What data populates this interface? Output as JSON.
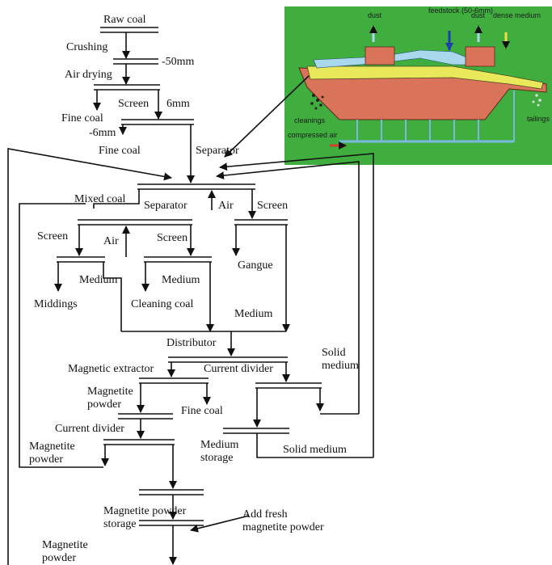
{
  "nodes": {
    "raw_coal": "Raw coal",
    "crushing": "Crushing",
    "minus_50mm": "-50mm",
    "air_drying": "Air drying",
    "screen_1": "Screen",
    "size_6mm": "6mm",
    "fine_coal_1": "Fine coal",
    "minus_6mm": "-6mm",
    "fine_coal_2": "Fine coal",
    "separator_1": "Separator",
    "mixed_coal": "Mixed coal",
    "separator_2": "Separator",
    "air_1": "Air",
    "screen_2": "Screen",
    "screen_3": "Screen",
    "air_2": "Air",
    "screen_4": "Screen",
    "gangue": "Gangue",
    "medium_1": "Medium",
    "medium_2": "Medium",
    "middings": "Middings",
    "cleaning_coal": "Cleaning coal",
    "medium_3": "Medium",
    "distributor": "Distributor",
    "solid_medium_1": "Solid medium",
    "magnetic_extractor": "Magnetic extractor",
    "current_divider_1": "Current divider",
    "magnetite_powder_1": "Magnetite powder",
    "fine_coal_3": "Fine coal",
    "current_divider_2": "Current divider",
    "magnetite_powder_2": "Magnetite powder",
    "medium_storage": "Medium storage",
    "solid_medium_2": "Solid medium",
    "magnetite_powder_storage": "Magnetite powder storage",
    "add_fresh": "Add fresh magnetite powder",
    "magnetite_powder_3": "Magnetite powder"
  },
  "inset": {
    "dust_1": "dust",
    "feedstock": "feedstock (50-6mm)",
    "dust_2": "dust",
    "dense_medium": "dense medium",
    "cleanings": "cleanings",
    "tailings": "tailings",
    "compressed_air": "compressed air"
  },
  "colors": {
    "inset_background": "#3fae3f",
    "separator_body": "#d9735a",
    "bed": "#e8e85a",
    "air_pipe": "#7ab8e0",
    "feed_arrow": "#1d3fa8"
  }
}
